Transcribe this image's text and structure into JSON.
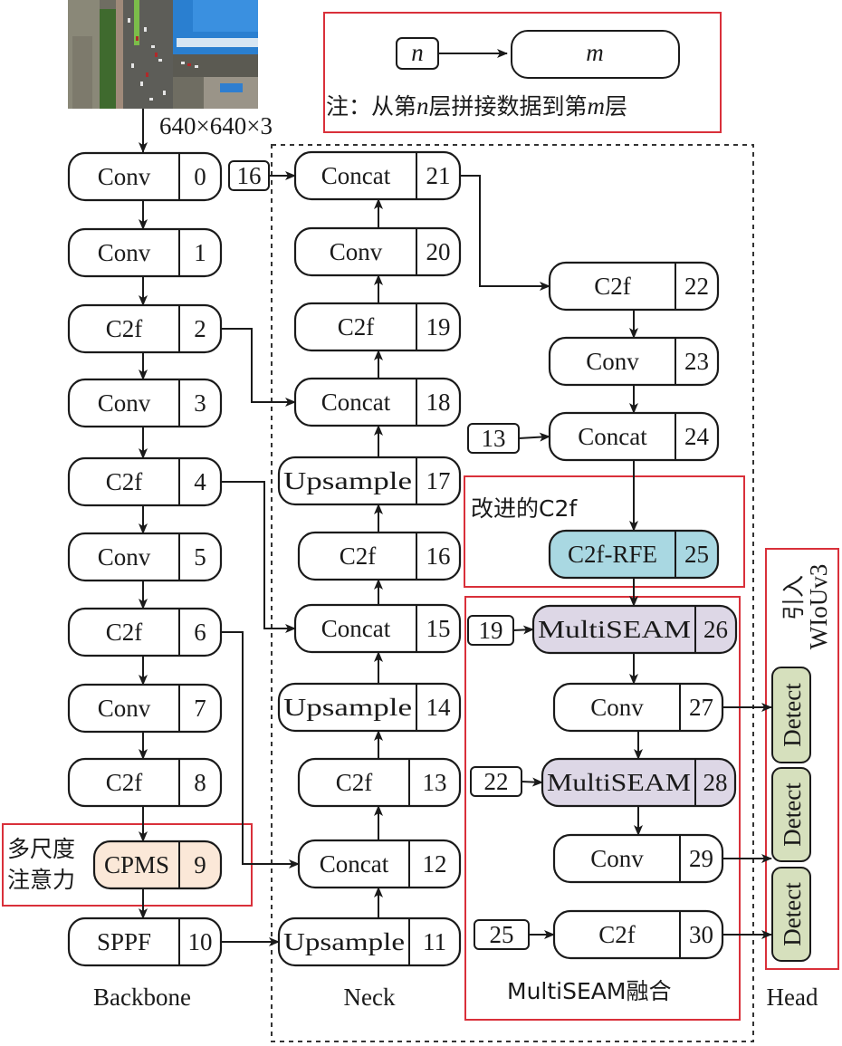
{
  "input": {
    "image_alt": "aerial photo of city intersection with vehicles and blue-roofed building",
    "size_label": "640×640×3"
  },
  "legend": {
    "source_label": "n",
    "target_label": "m",
    "note": "注：从第n层拼接数据到第m层",
    "note_parts": [
      "注：从第",
      "n",
      "层拼接数据到第",
      "m",
      "层"
    ]
  },
  "colors": {
    "stroke": "#1a1a1a",
    "highlight_box": "#d9303a",
    "cpms_fill": "#fbe8d8",
    "rfe_fill": "#a9d8e2",
    "multiseam_fill": "#ddd7e6",
    "detect_fill": "#d6e0bd"
  },
  "backbone": {
    "label": "Backbone",
    "nodes": [
      {
        "name": "Conv",
        "index": "0"
      },
      {
        "name": "Conv",
        "index": "1"
      },
      {
        "name": "C2f",
        "index": "2"
      },
      {
        "name": "Conv",
        "index": "3"
      },
      {
        "name": "C2f",
        "index": "4"
      },
      {
        "name": "Conv",
        "index": "5"
      },
      {
        "name": "C2f",
        "index": "6"
      },
      {
        "name": "Conv",
        "index": "7"
      },
      {
        "name": "C2f",
        "index": "8"
      },
      {
        "name": "CPMS",
        "index": "9"
      },
      {
        "name": "SPPF",
        "index": "10"
      }
    ],
    "cpms_annotation": [
      "多尺度",
      "注意力"
    ]
  },
  "neck": {
    "label": "Neck",
    "nodes": [
      {
        "name": "Upsample",
        "index": "11"
      },
      {
        "name": "Concat",
        "index": "12"
      },
      {
        "name": "C2f",
        "index": "13"
      },
      {
        "name": "Upsample",
        "index": "14"
      },
      {
        "name": "Concat",
        "index": "15"
      },
      {
        "name": "C2f",
        "index": "16"
      },
      {
        "name": "Upsample",
        "index": "17"
      },
      {
        "name": "Concat",
        "index": "18"
      },
      {
        "name": "C2f",
        "index": "19"
      },
      {
        "name": "Conv",
        "index": "20"
      },
      {
        "name": "Concat",
        "index": "21"
      },
      {
        "name": "C2f",
        "index": "22"
      },
      {
        "name": "Conv",
        "index": "23"
      },
      {
        "name": "Concat",
        "index": "24"
      },
      {
        "name": "C2f-RFE",
        "index": "25"
      },
      {
        "name": "MultiSEAM",
        "index": "26"
      },
      {
        "name": "Conv",
        "index": "27"
      },
      {
        "name": "MultiSEAM",
        "index": "28"
      },
      {
        "name": "Conv",
        "index": "29"
      },
      {
        "name": "C2f",
        "index": "30"
      }
    ],
    "refs": [
      {
        "from": "16",
        "to": "21"
      },
      {
        "from": "13",
        "to": "24"
      },
      {
        "from": "19",
        "to": "26"
      },
      {
        "from": "22",
        "to": "28"
      },
      {
        "from": "25",
        "to": "30"
      }
    ],
    "rfe_annotation": "改进的C2f",
    "multiseam_annotation": "MultiSEAM融合"
  },
  "head": {
    "label": "Head",
    "detect_label": "Detect",
    "detect_count": 3,
    "annotation_line1": "引入",
    "annotation_line2": "WIoUv3"
  }
}
